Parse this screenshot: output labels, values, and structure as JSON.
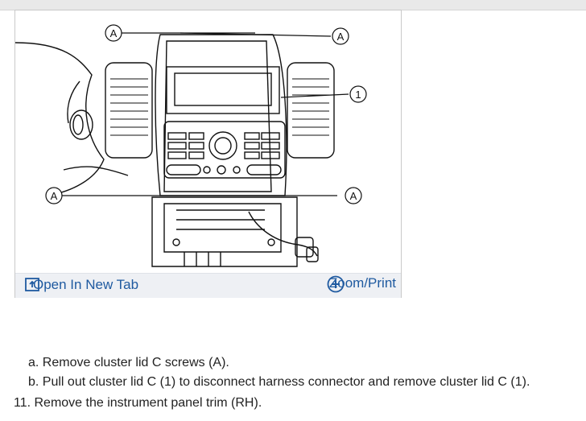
{
  "figure": {
    "callouts": [
      "A",
      "A",
      "A",
      "A",
      "1"
    ],
    "open_tab_label": "Open In New Tab",
    "zoom_label": "Zoom/Print",
    "icons": [
      "open-in-new-tab-icon",
      "zoom-plus-icon"
    ],
    "link_color": "#1f5aa0"
  },
  "steps": {
    "a": "a. Remove cluster lid C screws (A).",
    "b": "b. Pull out cluster lid C (1) to disconnect harness connector and remove cluster lid C (1).",
    "step11": "11. Remove the instrument panel trim (RH)."
  }
}
